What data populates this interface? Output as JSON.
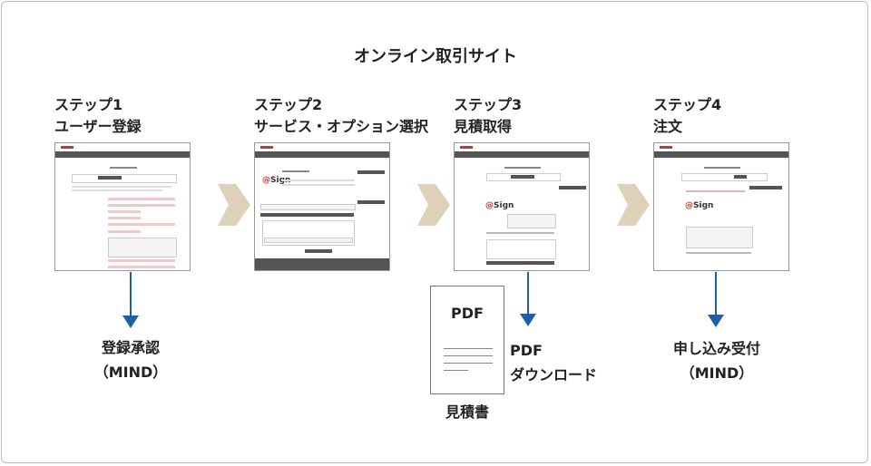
{
  "title": "オンライン取引サイト",
  "steps": [
    {
      "label": "ステップ1",
      "name": "ユーザー登録"
    },
    {
      "label": "ステップ2",
      "name": "サービス・オプション選択"
    },
    {
      "label": "ステップ3",
      "name": "見積取得"
    },
    {
      "label": "ステップ4",
      "name": "注文"
    }
  ],
  "outcomes": {
    "step1": {
      "line1": "登録承認",
      "line2": "（MIND）"
    },
    "step3": {
      "line1": "PDF",
      "line2": "ダウンロード",
      "doc_heading": "PDF",
      "doc_caption": "見積書"
    },
    "step4": {
      "line1": "申し込み受付",
      "line2": "（MIND）"
    }
  },
  "colors": {
    "arrow_blue": "#1f5fa8",
    "chevron_tan": "#ddd2b8"
  }
}
